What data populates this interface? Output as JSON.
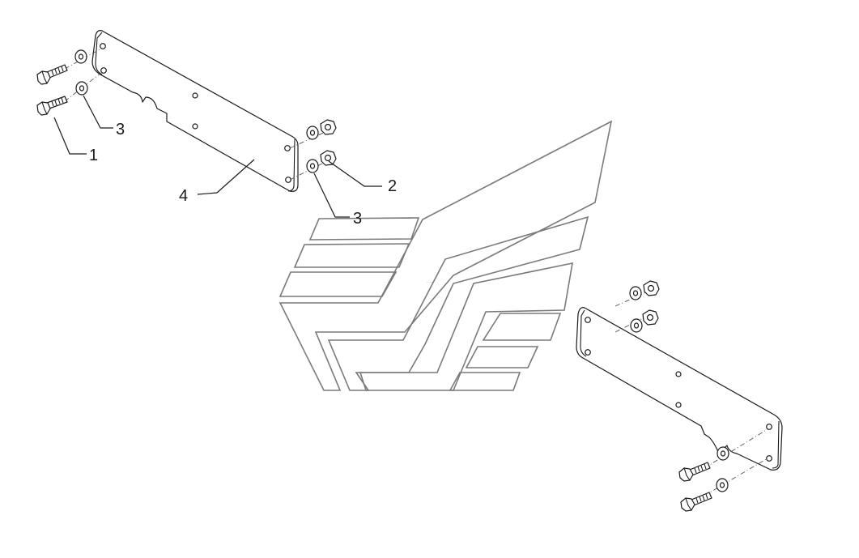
{
  "diagram": {
    "callouts": {
      "bolt": "1",
      "nut": "2",
      "washer_upper": "3",
      "washer_lower": "3",
      "plate": "4"
    }
  }
}
